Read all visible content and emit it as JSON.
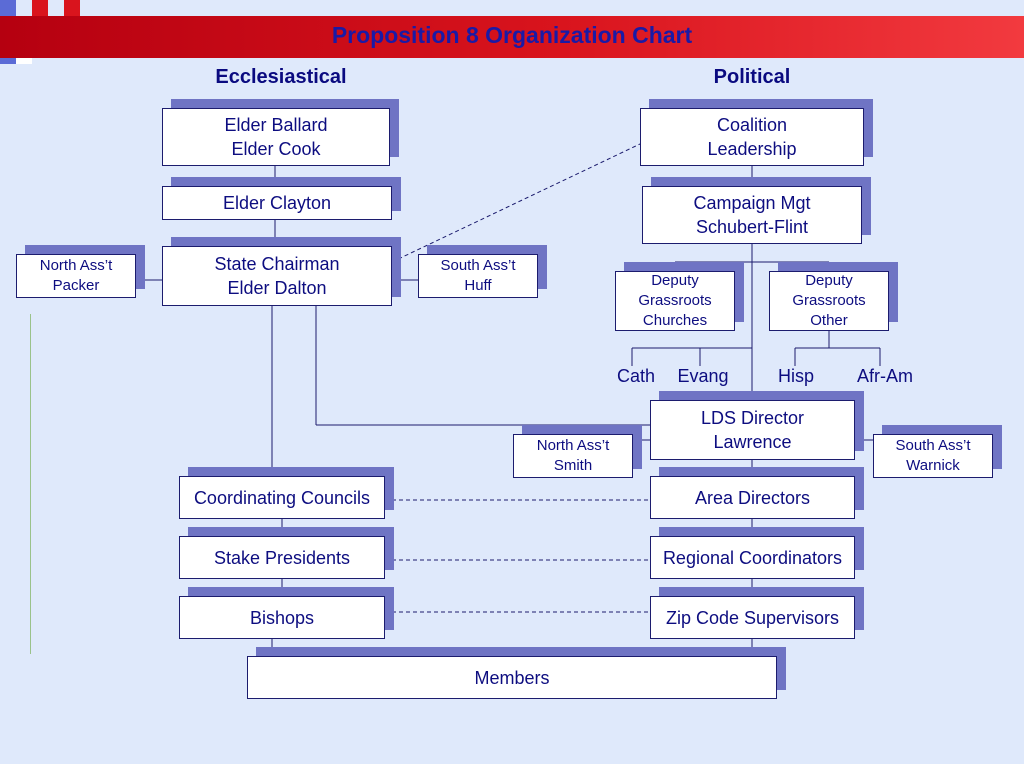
{
  "title": "Proposition 8 Organization Chart",
  "headings": {
    "left": "Ecclesiastical",
    "right": "Political"
  },
  "colors": {
    "banner": "#cc0a15",
    "title": "#1a1aa6",
    "box_text": "#0d0d80",
    "box_shadow": "#6f74c4",
    "background": "#dfe9fb"
  },
  "nodes": {
    "ballard_cook": "Elder Ballard\nElder Cook",
    "clayton": "Elder Clayton",
    "dalton": "State Chairman\nElder Dalton",
    "packer": "North Ass’t\nPacker",
    "huff": "South Ass’t\nHuff",
    "coalition": "Coalition\nLeadership",
    "campaign": "Campaign Mgt\nSchubert-Flint",
    "deputy_churches": "Deputy\nGrassroots\nChurches",
    "deputy_other": "Deputy\nGrassroots\nOther",
    "lds_director": "LDS Director\nLawrence",
    "smith": "North Ass’t\nSmith",
    "warnick": "South Ass’t\nWarnick",
    "coordinating_councils": "Coordinating Councils",
    "stake_presidents": "Stake Presidents",
    "bishops": "Bishops",
    "area_directors": "Area Directors",
    "regional_coordinators": "Regional Coordinators",
    "zip_supervisors": "Zip Code Supervisors",
    "members": "Members"
  },
  "leaves": {
    "cath": "Cath",
    "evang": "Evang",
    "hisp": "Hisp",
    "afr_am": "Afr-Am"
  }
}
